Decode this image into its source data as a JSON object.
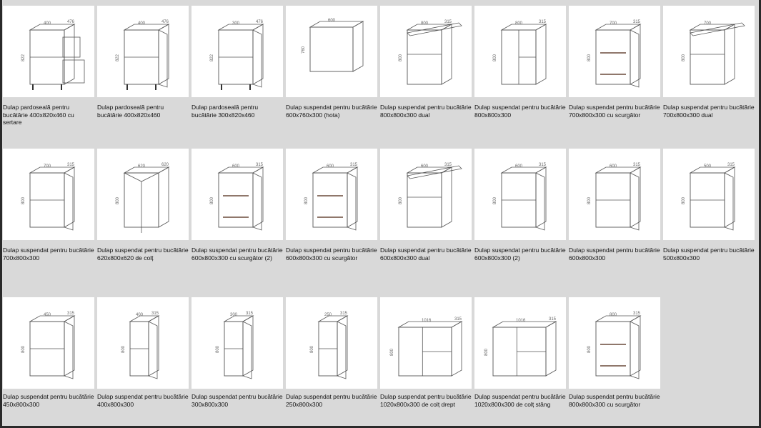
{
  "products": [
    {
      "caption": "Dulap pardoseală pentru bucătărie 400x820x460 cu sertare",
      "w_label": "400",
      "d_label": "476",
      "h_label": "822",
      "kind": "floor-drawers"
    },
    {
      "caption": "Dulap pardoseală pentru bucătărie 400x820x460",
      "w_label": "400",
      "d_label": "476",
      "h_label": "822",
      "kind": "floor-door"
    },
    {
      "caption": "Dulap pardoseală pentru bucătărie 300x820x460",
      "w_label": "300",
      "d_label": "476",
      "h_label": "822",
      "kind": "floor-door"
    },
    {
      "caption": "Dulap suspendat pentru bucătărie 600x760x300 (hota)",
      "w_label": "600",
      "d_label": "",
      "h_label": "760",
      "kind": "hood"
    },
    {
      "caption": "Dulap suspendat pentru bucătărie 800x800x300 dual",
      "w_label": "800",
      "d_label": "315",
      "h_label": "800",
      "kind": "dual"
    },
    {
      "caption": "Dulap suspendat pentru bucătărie 800x800x300",
      "w_label": "800",
      "d_label": "315",
      "h_label": "800",
      "kind": "double"
    },
    {
      "caption": "Dulap suspendat pentru bucătărie 700x800x300 cu scurgător",
      "w_label": "700",
      "d_label": "315",
      "h_label": "800",
      "kind": "drainer"
    },
    {
      "caption": "Dulap suspendat pentru bucătărie 700x800x300 dual",
      "w_label": "700",
      "d_label": "",
      "h_label": "800",
      "kind": "dual"
    },
    {
      "caption": "Dulap suspendat pentru bucătărie 700x800x300",
      "w_label": "700",
      "d_label": "315",
      "h_label": "800",
      "kind": "double-closed"
    },
    {
      "caption": "Dulap suspendat pentru bucătărie 620x800x620 de colț",
      "w_label": "620",
      "d_label": "620",
      "h_label": "800",
      "kind": "corner"
    },
    {
      "caption": "Dulap suspendat pentru bucătărie 600x800x300 cu scurgător (2)",
      "w_label": "600",
      "d_label": "315",
      "h_label": "800",
      "kind": "drainer"
    },
    {
      "caption": "Dulap suspendat pentru bucătărie 600x800x300 cu scurgător",
      "w_label": "600",
      "d_label": "315",
      "h_label": "800",
      "kind": "drainer"
    },
    {
      "caption": "Dulap suspendat pentru bucătărie 600x800x300 dual",
      "w_label": "600",
      "d_label": "315",
      "h_label": "800",
      "kind": "dual"
    },
    {
      "caption": "Dulap suspendat pentru bucătărie 600x800x300 (2)",
      "w_label": "600",
      "d_label": "315",
      "h_label": "800",
      "kind": "double-closed"
    },
    {
      "caption": "Dulap suspendat pentru bucătărie 600x800x300",
      "w_label": "600",
      "d_label": "315",
      "h_label": "800",
      "kind": "single-open"
    },
    {
      "caption": "Dulap suspendat pentru bucătărie 500x800x300",
      "w_label": "500",
      "d_label": "315",
      "h_label": "800",
      "kind": "single-open"
    },
    {
      "caption": "Dulap suspendat pentru bucătărie 450x800x300",
      "w_label": "450",
      "d_label": "315",
      "h_label": "800",
      "kind": "single-open"
    },
    {
      "caption": "Dulap suspendat pentru bucătărie 400x800x300",
      "w_label": "400",
      "d_label": "315",
      "h_label": "800",
      "kind": "narrow-door"
    },
    {
      "caption": "Dulap suspendat pentru bucătărie 300x800x300",
      "w_label": "300",
      "d_label": "315",
      "h_label": "800",
      "kind": "narrow-door"
    },
    {
      "caption": "Dulap suspendat pentru bucătărie 250x800x300",
      "w_label": "250",
      "d_label": "315",
      "h_label": "800",
      "kind": "narrow-door"
    },
    {
      "caption": "Dulap suspendat pentru bucătărie 1020x800x300 de colț drept",
      "w_label": "1016",
      "d_label": "315",
      "h_label": "800",
      "kind": "wide-corner"
    },
    {
      "caption": "Dulap suspendat pentru bucătărie 1020x800x300 de colț stâng",
      "w_label": "1016",
      "d_label": "315",
      "h_label": "800",
      "kind": "wide-corner"
    },
    {
      "caption": "Dulap suspendat pentru bucătărie 800x800x300 cu scurgător",
      "w_label": "800",
      "d_label": "315",
      "h_label": "800",
      "kind": "drainer"
    }
  ]
}
